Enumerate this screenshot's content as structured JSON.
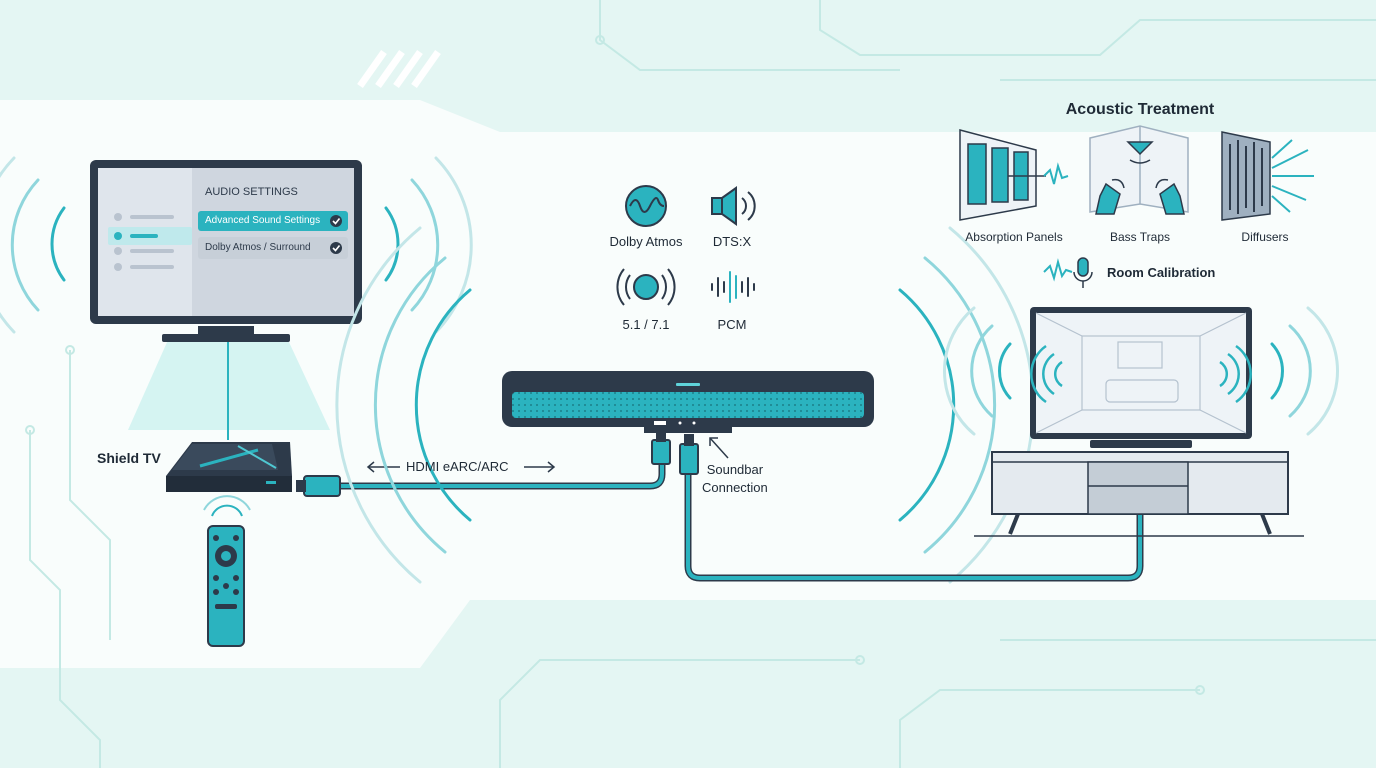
{
  "tv_menu": {
    "title": "AUDIO SETTINGS",
    "items": [
      {
        "label": "Advanced Sound Settings",
        "checked": true,
        "active": true
      },
      {
        "label": "Dolby Atmos / Surround",
        "checked": true,
        "active": false
      }
    ]
  },
  "devices": {
    "shield_label": "Shield TV",
    "soundbar_connection_label": "Soundbar\nConnection"
  },
  "connection": {
    "hdmi_label": "HDMI eARC/ARC"
  },
  "formats": [
    {
      "label": "Dolby Atmos",
      "icon": "dolby-atmos-wave-icon"
    },
    {
      "label": "DTS:X",
      "icon": "speaker-icon"
    },
    {
      "label": "5.1 / 7.1",
      "icon": "surround-icon"
    },
    {
      "label": "PCM",
      "icon": "pcm-waveform-icon"
    }
  ],
  "acoustic": {
    "title": "Acoustic Treatment",
    "items": [
      {
        "label": "Absorption Panels",
        "icon": "absorption-panels-icon"
      },
      {
        "label": "Bass Traps",
        "icon": "bass-traps-icon"
      },
      {
        "label": "Diffusers",
        "icon": "diffuser-icon"
      }
    ],
    "calibration_label": "Room Calibration"
  },
  "colors": {
    "accent": "#2bb3bf",
    "outline": "#2d3a4a",
    "background": "#e4f6f3",
    "panel": "#ffffff"
  }
}
